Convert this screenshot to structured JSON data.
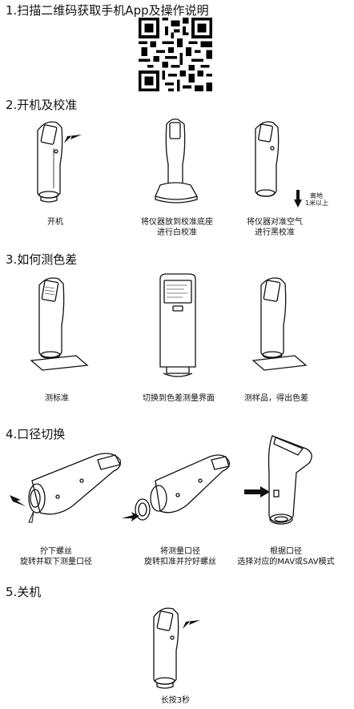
{
  "sections": [
    {
      "title": "1.扫描二维码获取手机App及操作说明"
    },
    {
      "title": "2.开机及校准",
      "captions": [
        [
          "开机"
        ],
        [
          "将仪器放到校准底座",
          "进行白校准"
        ],
        [
          "将仪器对准空气",
          "进行黑校准"
        ]
      ],
      "note": [
        "离地",
        "1米以上"
      ]
    },
    {
      "title": "3.如何测色差",
      "captions": [
        [
          "测标准"
        ],
        [
          "切换到色差测量界面"
        ],
        [
          "测样品，得出色差"
        ]
      ]
    },
    {
      "title": "4.口径切换",
      "captions": [
        [
          "拧下螺丝",
          "旋转并取下测量口径"
        ],
        [
          "将测量口径",
          "旋转扣准并拧好螺丝"
        ],
        [
          "根据口径",
          "选择对应的MAV或SAV模式"
        ]
      ]
    },
    {
      "title": "5.关机",
      "captions": [
        [
          "长按3秒"
        ]
      ]
    }
  ],
  "colors": {
    "ink": "#111111",
    "accent": "#1a1a1a"
  }
}
